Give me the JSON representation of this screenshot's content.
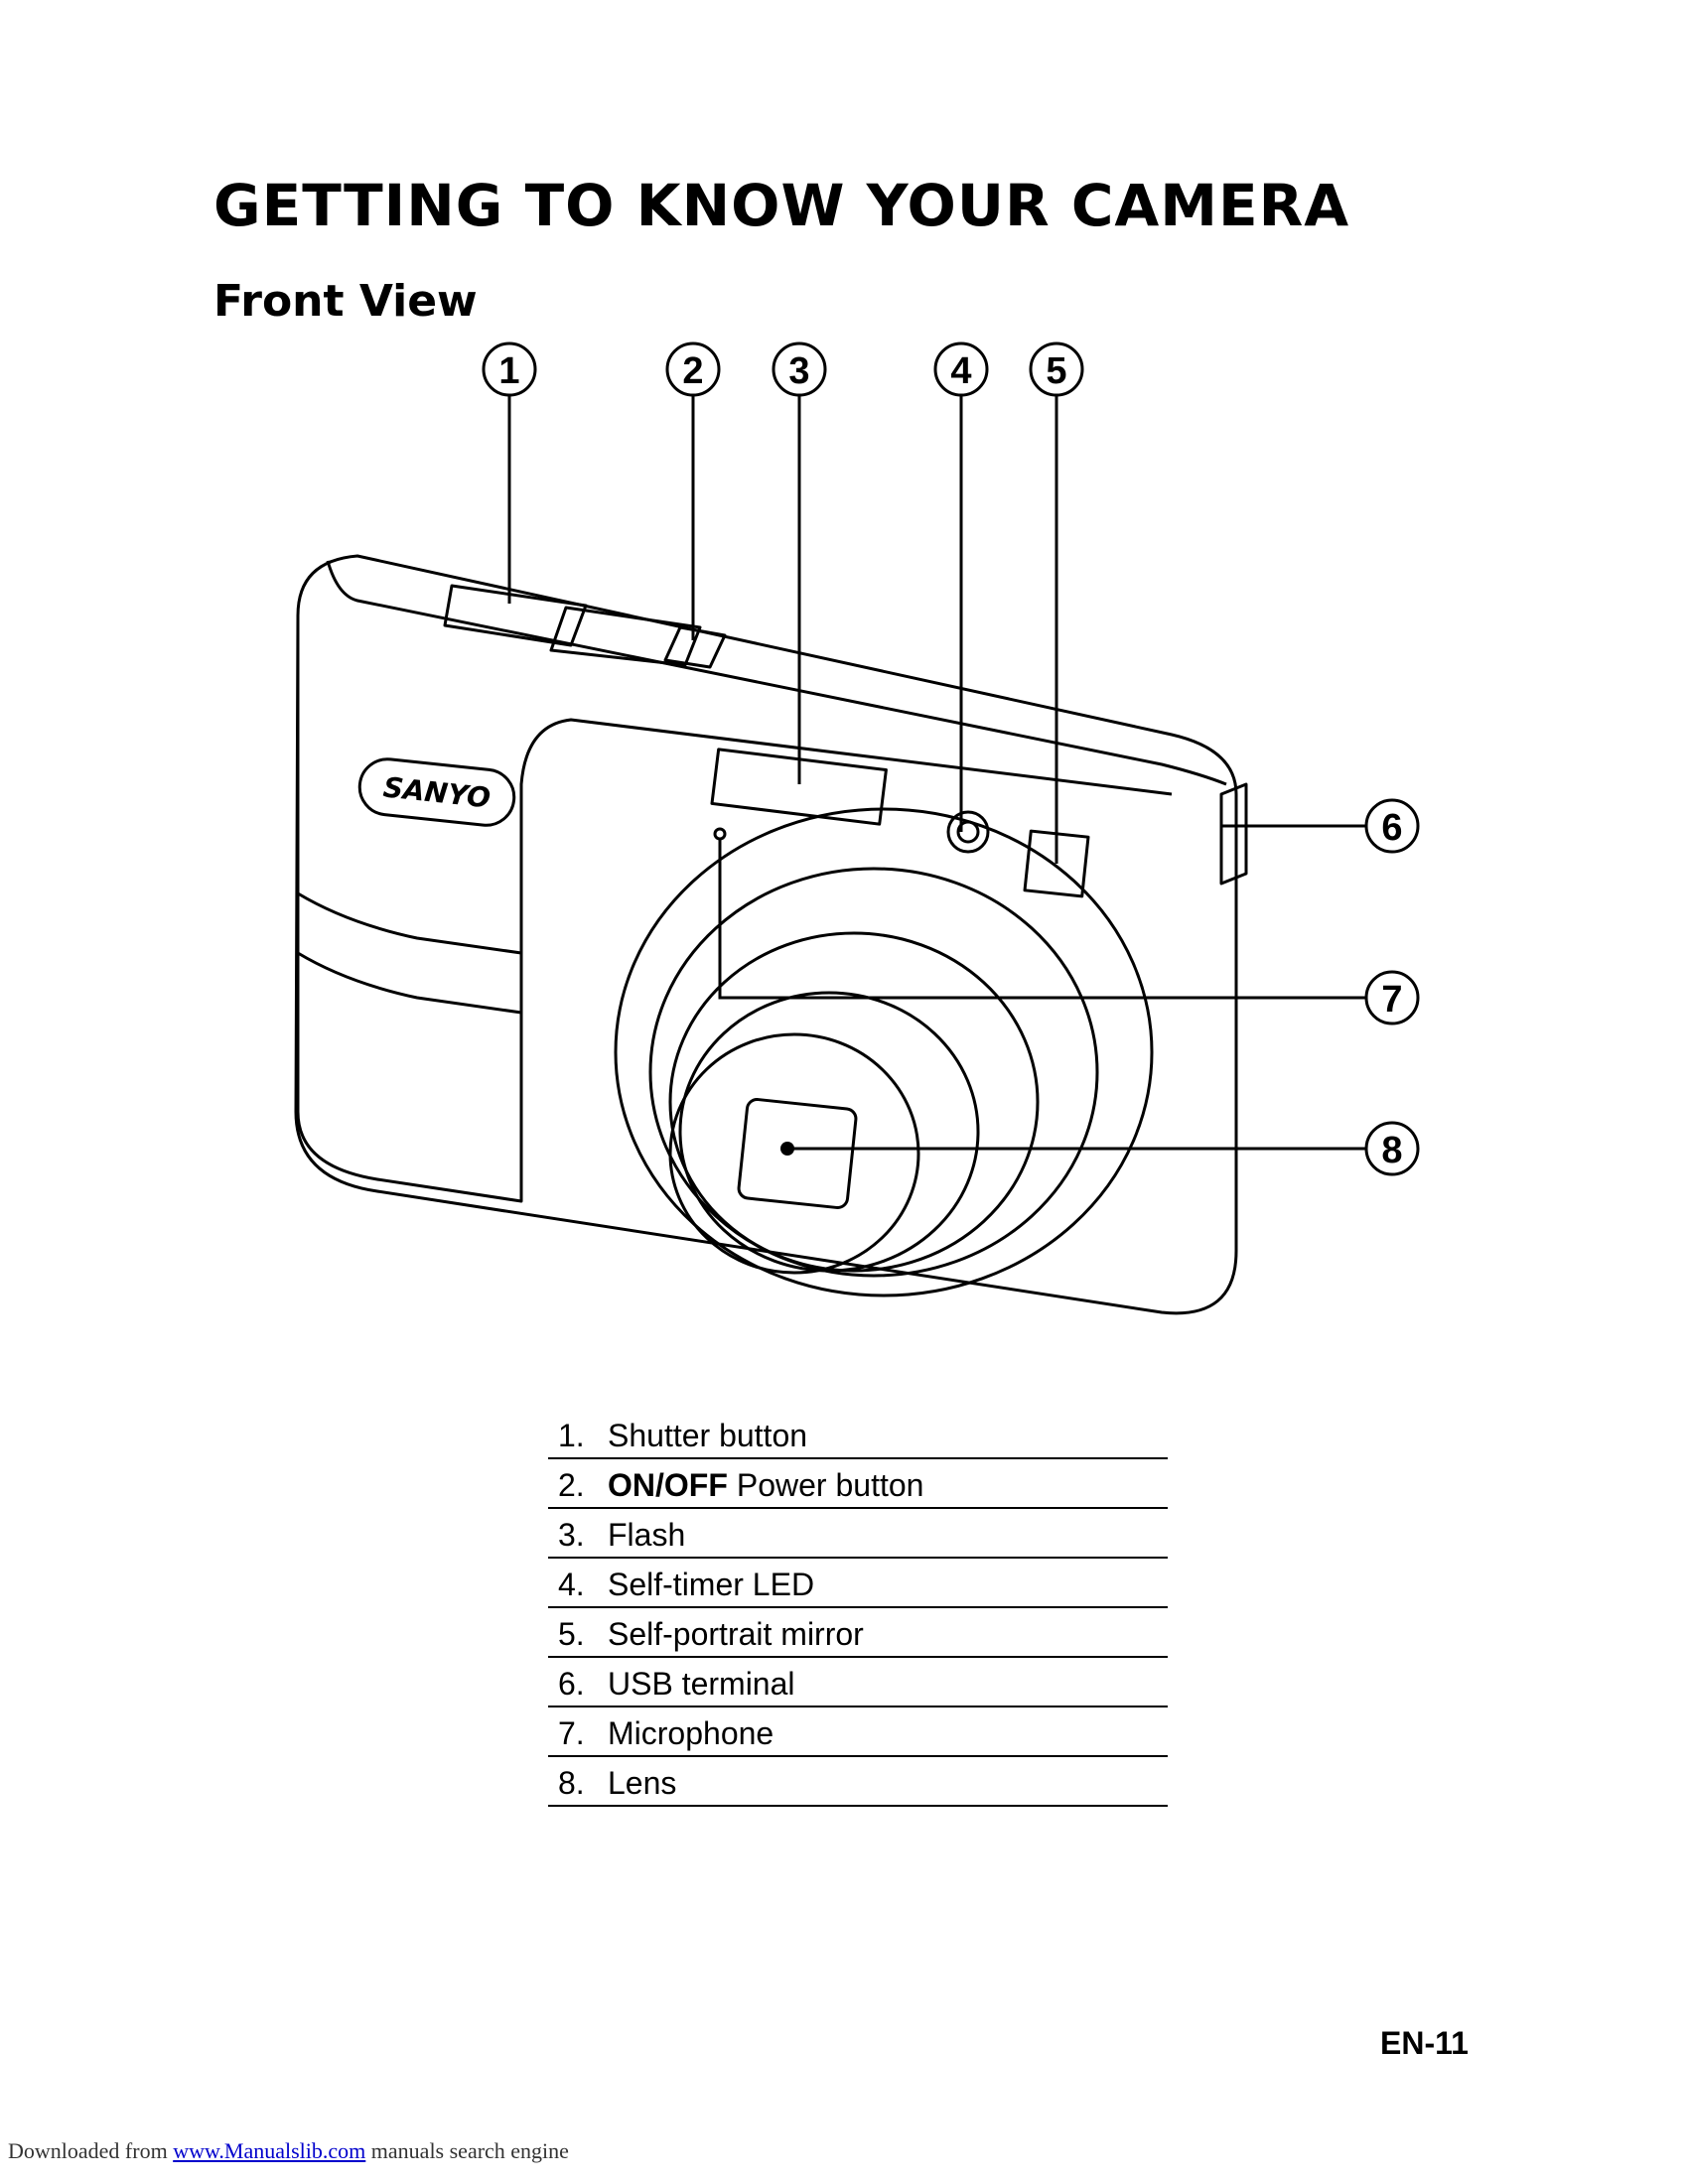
{
  "title": "GETTING TO KNOW YOUR CAMERA",
  "section": "Front View",
  "brand_logo": "SANYO",
  "callouts": [
    "1",
    "2",
    "3",
    "4",
    "5",
    "6",
    "7",
    "8"
  ],
  "parts": [
    {
      "num": "1.",
      "bold": "",
      "text": "Shutter button"
    },
    {
      "num": "2.",
      "bold": "ON/OFF",
      "text": "Power button"
    },
    {
      "num": "3.",
      "bold": "",
      "text": "Flash"
    },
    {
      "num": "4.",
      "bold": "",
      "text": "Self-timer LED"
    },
    {
      "num": "5.",
      "bold": "",
      "text": "Self-portrait mirror"
    },
    {
      "num": "6.",
      "bold": "",
      "text": "USB terminal"
    },
    {
      "num": "7.",
      "bold": "",
      "text": "Microphone"
    },
    {
      "num": "8.",
      "bold": "",
      "text": "Lens"
    }
  ],
  "page_number": "EN-11",
  "footer": {
    "prefix": "Downloaded from ",
    "link": "www.Manualslib.com",
    "suffix": " manuals search engine"
  }
}
